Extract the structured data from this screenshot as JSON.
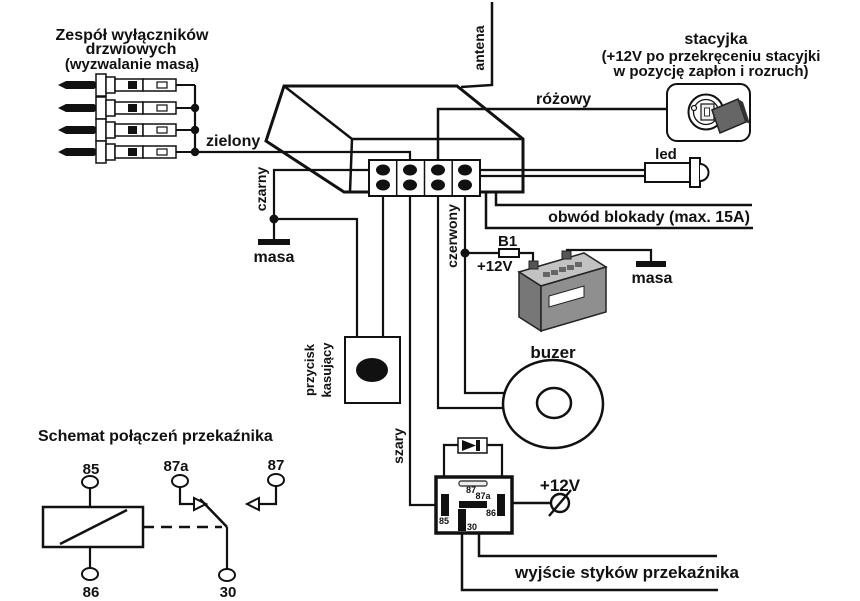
{
  "colors": {
    "line": "#111111",
    "background": "#ffffff",
    "battery_body": "#8f8f8f",
    "battery_top": "#c2c2c2",
    "key_handle": "#666666"
  },
  "door_switches": {
    "title1": "Zespół wyłączników",
    "title2": "drzwiowych",
    "title3": "(wyzwalanie masą)",
    "wire_label": "zielony"
  },
  "control_unit": {
    "antena": "antena",
    "czarny": "czarny",
    "rozowy": "różowy",
    "czerwony": "czerwony",
    "szary": "szary"
  },
  "ignition": {
    "name": "stacyjka",
    "desc1": "(+12V po przekręceniu stacyjki",
    "desc2": "w pozycję zapłon i rozruch)"
  },
  "led": {
    "label": "led"
  },
  "blokada": {
    "label": "obwód blokady (max. 15A)"
  },
  "power": {
    "fuse": "B1",
    "plus12v": "+12V",
    "masa": "masa"
  },
  "ground_left": {
    "masa": "masa"
  },
  "buzer": {
    "label": "buzer"
  },
  "przycisk": {
    "line1": "przycisk",
    "line2": "kasujący"
  },
  "relay": {
    "p87": "87",
    "p87a": "87a",
    "p85": "85",
    "p86": "86",
    "p30": "30",
    "plus12v": "+12V",
    "output_label": "wyjście styków przekaźnika"
  },
  "schemat": {
    "title": "Schemat połączeń przekaźnika",
    "t85": "85",
    "t86": "86",
    "t87a": "87a",
    "t87": "87",
    "t30": "30"
  }
}
